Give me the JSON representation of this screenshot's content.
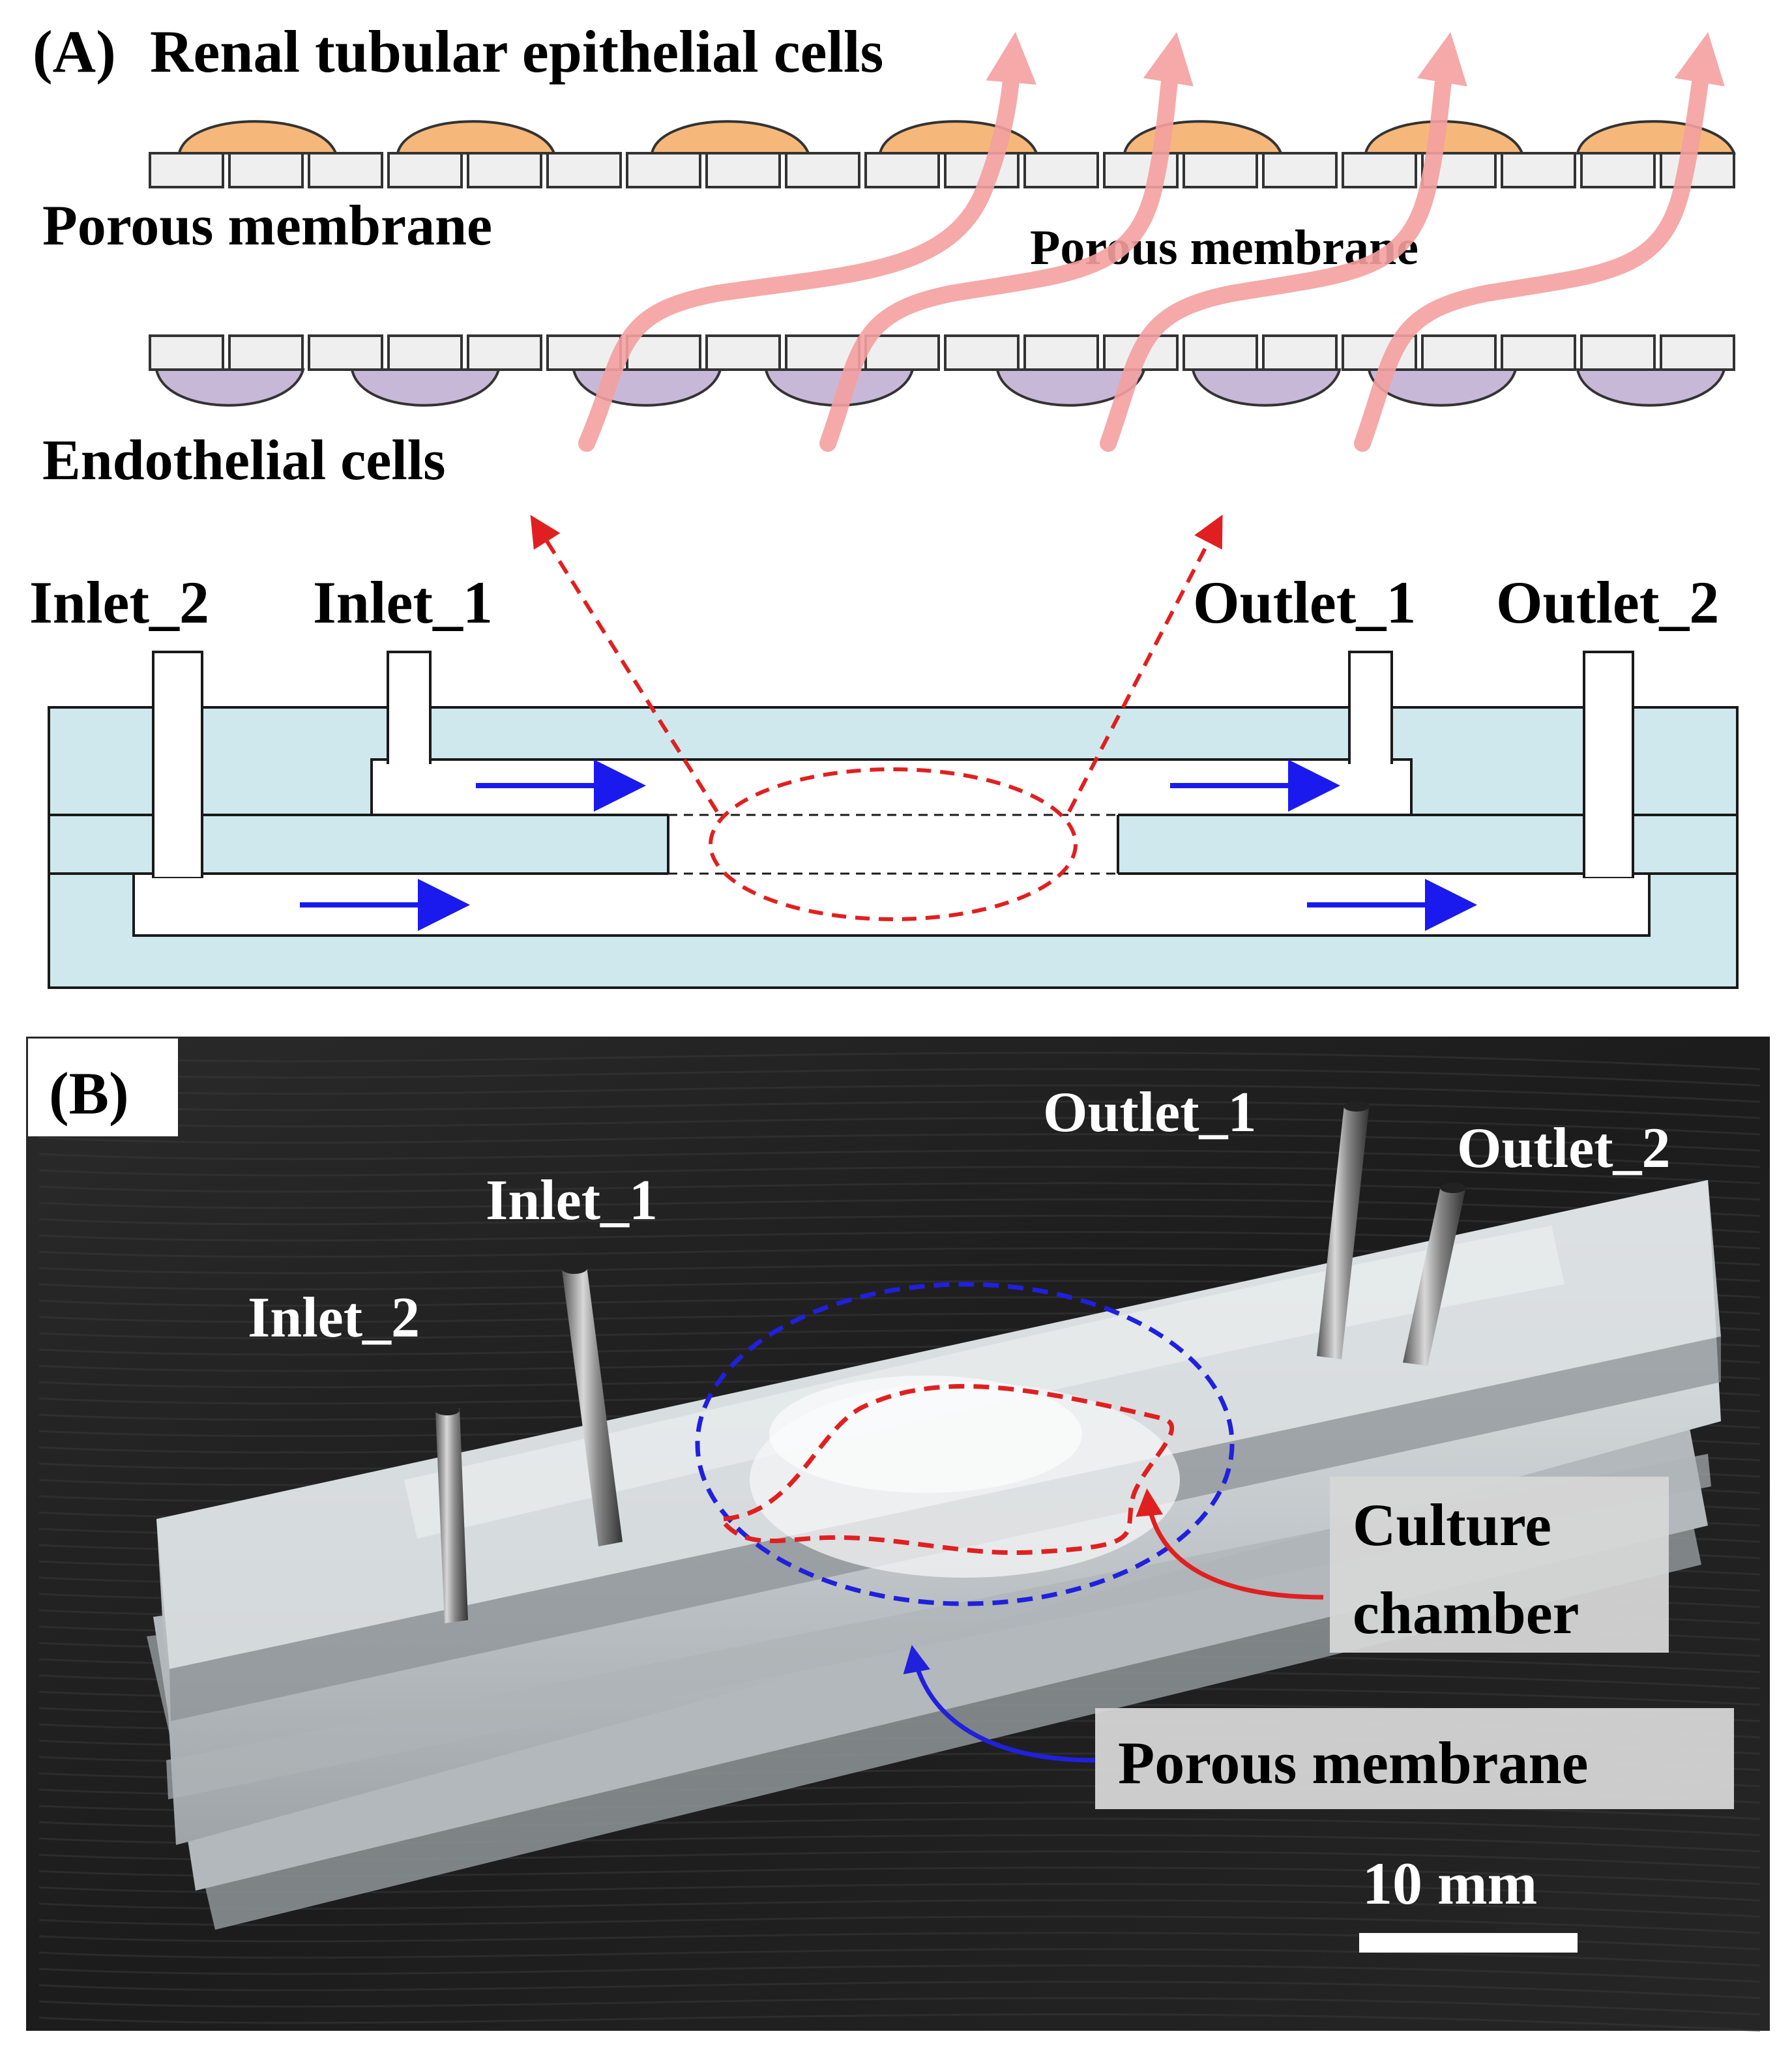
{
  "panel_a": {
    "label": "(A)",
    "title": "Renal tubular epithelial cells",
    "porous_membrane_left": "Porous membrane",
    "porous_membrane_center": "Porous membrane",
    "endothelial": "Endothelial cells",
    "inlet_2": "Inlet_2",
    "inlet_1": "Inlet_1",
    "outlet_1": "Outlet_1",
    "outlet_2": "Outlet_2"
  },
  "panel_b": {
    "label": "(B)",
    "inlet_1": "Inlet_1",
    "inlet_2": "Inlet_2",
    "outlet_1": "Outlet_1",
    "outlet_2": "Outlet_2",
    "culture_chamber_line1": "Culture",
    "culture_chamber_line2": "chamber",
    "porous_membrane": "Porous membrane",
    "scale_bar": "10 mm"
  },
  "colors": {
    "epithelial_cell": "#f5b87a",
    "endothelial_cell": "#c8b8d8",
    "device_body": "#cfe8ee",
    "flow_arrow": "#1a1aee",
    "transport_arrow": "#f4a0a0",
    "dashed_red": "#e02020",
    "dashed_blue": "#2020dd"
  }
}
